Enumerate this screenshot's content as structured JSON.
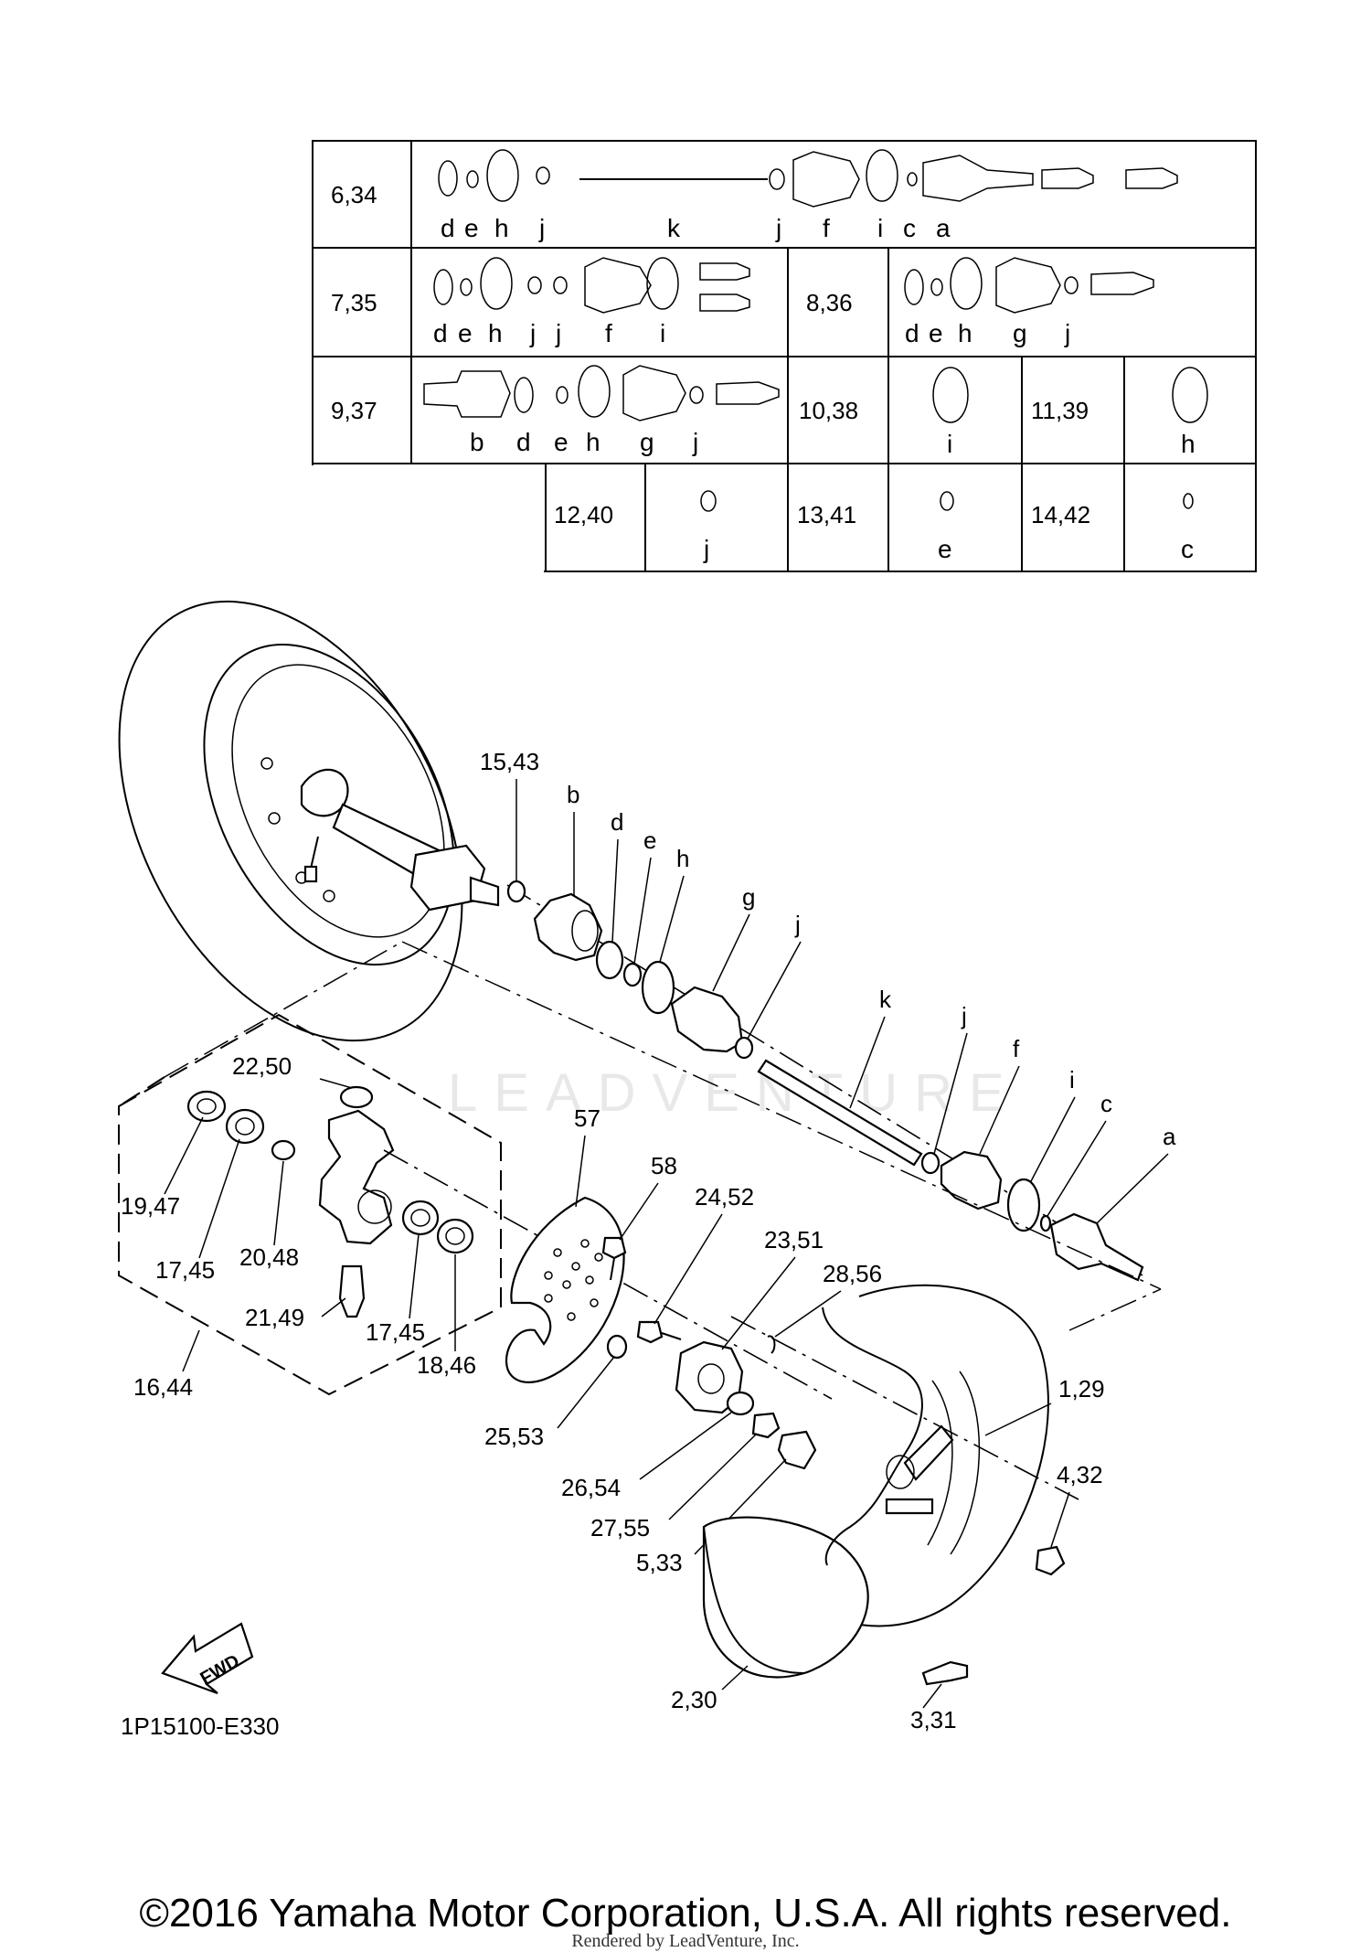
{
  "table": {
    "rows": [
      {
        "kit": "6,34",
        "letters": [
          "d",
          "e",
          "h",
          "j",
          "k",
          "j",
          "f",
          "i",
          "c",
          "a"
        ]
      },
      {
        "kit": "7,35",
        "letters": [
          "d",
          "e",
          "h",
          "j",
          "j",
          "f",
          "i"
        ]
      },
      {
        "kit": "8,36",
        "letters": [
          "d",
          "e",
          "h",
          "g",
          "j"
        ]
      },
      {
        "kit": "9,37",
        "letters": [
          "b",
          "d",
          "e",
          "h",
          "g",
          "j"
        ]
      },
      {
        "kit": "10,38",
        "letters": [
          "i"
        ]
      },
      {
        "kit": "11,39",
        "letters": [
          "h"
        ]
      },
      {
        "kit": "12,40",
        "letters": [
          "j"
        ]
      },
      {
        "kit": "13,41",
        "letters": [
          "e"
        ]
      },
      {
        "kit": "14,42",
        "letters": [
          "c"
        ]
      }
    ]
  },
  "callouts": {
    "shaft_parts": [
      "15,43",
      "b",
      "d",
      "e",
      "h",
      "g",
      "j",
      "k",
      "j",
      "f",
      "i",
      "c",
      "a"
    ],
    "knuckle_parts": [
      "22,50",
      "19,47",
      "17,45",
      "20,48",
      "21,49",
      "17,45",
      "18,46",
      "16,44"
    ],
    "hub_parts": [
      "57",
      "58",
      "24,52",
      "23,51",
      "28,56",
      "25,53",
      "26,54",
      "27,55",
      "5,33",
      "1,29",
      "4,32",
      "2,30",
      "3,31"
    ]
  },
  "fwd_label": "FWD",
  "diagram_code": "1P15100-E330",
  "watermark": "LEADVENTURE",
  "copyright": "©2016 Yamaha Motor Corporation, U.S.A. All rights reserved.",
  "rendered_by": "Rendered by LeadVenture, Inc."
}
